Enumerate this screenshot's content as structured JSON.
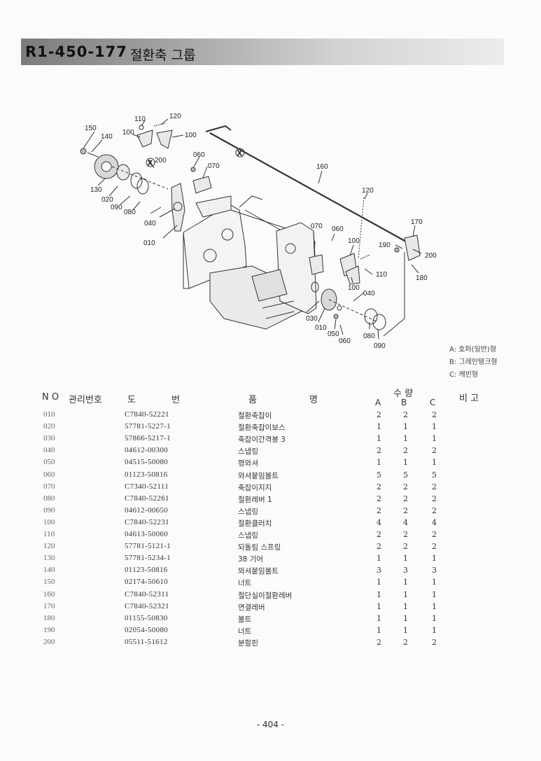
{
  "header": {
    "code": "R1-450-177",
    "title": "절환축 그룹"
  },
  "diagram": {
    "callouts": [
      {
        "id": "150",
        "text": "150"
      },
      {
        "id": "140",
        "text": "140"
      },
      {
        "id": "110a",
        "text": "110"
      },
      {
        "id": "120a",
        "text": "120"
      },
      {
        "id": "100a",
        "text": "100"
      },
      {
        "id": "100b",
        "text": "100"
      },
      {
        "id": "060a",
        "text": "060"
      },
      {
        "id": "200a",
        "text": "200"
      },
      {
        "id": "070a",
        "text": "070"
      },
      {
        "id": "130",
        "text": "130"
      },
      {
        "id": "020",
        "text": "020"
      },
      {
        "id": "090a",
        "text": "090"
      },
      {
        "id": "080a",
        "text": "080"
      },
      {
        "id": "040a",
        "text": "040"
      },
      {
        "id": "010a",
        "text": "010"
      },
      {
        "id": "160",
        "text": "160"
      },
      {
        "id": "120b",
        "text": "120"
      },
      {
        "id": "170",
        "text": "170"
      },
      {
        "id": "190",
        "text": "190"
      },
      {
        "id": "200b",
        "text": "200"
      },
      {
        "id": "180",
        "text": "180"
      },
      {
        "id": "070b",
        "text": "070"
      },
      {
        "id": "060b",
        "text": "060"
      },
      {
        "id": "100c",
        "text": "100"
      },
      {
        "id": "110b",
        "text": "110"
      },
      {
        "id": "100d",
        "text": "100"
      },
      {
        "id": "040b",
        "text": "040"
      },
      {
        "id": "030",
        "text": "030"
      },
      {
        "id": "010b",
        "text": "010"
      },
      {
        "id": "050",
        "text": "050"
      },
      {
        "id": "060c",
        "text": "060"
      },
      {
        "id": "080b",
        "text": "080"
      },
      {
        "id": "090b",
        "text": "090"
      }
    ],
    "marker_x": "Ⓧ"
  },
  "legend": [
    "A: 호퍼(일반)형",
    "B: 그레인탱크형",
    "C: 캐빈형"
  ],
  "table": {
    "headers": {
      "no": "N O",
      "mgmt": "관리번호",
      "drawing1": "도",
      "drawing2": "번",
      "name1": "품",
      "name2": "명",
      "qty": "수 량",
      "qa": "A",
      "qb": "B",
      "qc": "C",
      "remark": "비   고"
    },
    "rows": [
      {
        "no": "010",
        "part": "C7840-52221",
        "name": "절환축잡이",
        "a": "2",
        "b": "2",
        "c": "2"
      },
      {
        "no": "020",
        "part": "57781-5227-1",
        "name": "절환축잡이보스",
        "a": "1",
        "b": "1",
        "c": "1"
      },
      {
        "no": "030",
        "part": "57866-5217-1",
        "name": "축잡이간격봉 3",
        "a": "1",
        "b": "1",
        "c": "1"
      },
      {
        "no": "040",
        "part": "04612-00300",
        "name": "스냅링",
        "a": "2",
        "b": "2",
        "c": "2"
      },
      {
        "no": "050",
        "part": "04515-50080",
        "name": "평와셔",
        "a": "1",
        "b": "1",
        "c": "1"
      },
      {
        "no": "060",
        "part": "01123-50816",
        "name": "와셔붙임볼트",
        "a": "5",
        "b": "5",
        "c": "5"
      },
      {
        "no": "070",
        "part": "C7340-52111",
        "name": "축잡이지지",
        "a": "2",
        "b": "2",
        "c": "2"
      },
      {
        "no": "080",
        "part": "C7840-52261",
        "name": "절환레버 1",
        "a": "2",
        "b": "2",
        "c": "2"
      },
      {
        "no": "090",
        "part": "04612-00650",
        "name": "스냅링",
        "a": "2",
        "b": "2",
        "c": "2"
      },
      {
        "no": "100",
        "part": "C7840-52231",
        "name": "절환클러치",
        "a": "4",
        "b": "4",
        "c": "4"
      },
      {
        "no": "110",
        "part": "04613-50060",
        "name": "스냅링",
        "a": "2",
        "b": "2",
        "c": "2"
      },
      {
        "no": "120",
        "part": "57781-5121-1",
        "name": "되돌림 스프링",
        "a": "2",
        "b": "2",
        "c": "2"
      },
      {
        "no": "130",
        "part": "57781-5234-1",
        "name": "38 기어",
        "a": "1",
        "b": "1",
        "c": "1"
      },
      {
        "no": "140",
        "part": "01123-50816",
        "name": "와셔붙임볼트",
        "a": "3",
        "b": "3",
        "c": "3"
      },
      {
        "no": "150",
        "part": "02174-50610",
        "name": "너트",
        "a": "1",
        "b": "1",
        "c": "1"
      },
      {
        "no": "160",
        "part": "C7840-52311",
        "name": "절단실이절환레버",
        "a": "1",
        "b": "1",
        "c": "1"
      },
      {
        "no": "170",
        "part": "C7840-52321",
        "name": "연결레버",
        "a": "1",
        "b": "1",
        "c": "1"
      },
      {
        "no": "180",
        "part": "01155-50830",
        "name": "볼트",
        "a": "1",
        "b": "1",
        "c": "1"
      },
      {
        "no": "190",
        "part": "02054-50080",
        "name": "너트",
        "a": "1",
        "b": "1",
        "c": "1"
      },
      {
        "no": "200",
        "part": "05511-51612",
        "name": "분할핀",
        "a": "2",
        "b": "2",
        "c": "2"
      }
    ]
  },
  "footer": {
    "page": "- 404 -"
  }
}
